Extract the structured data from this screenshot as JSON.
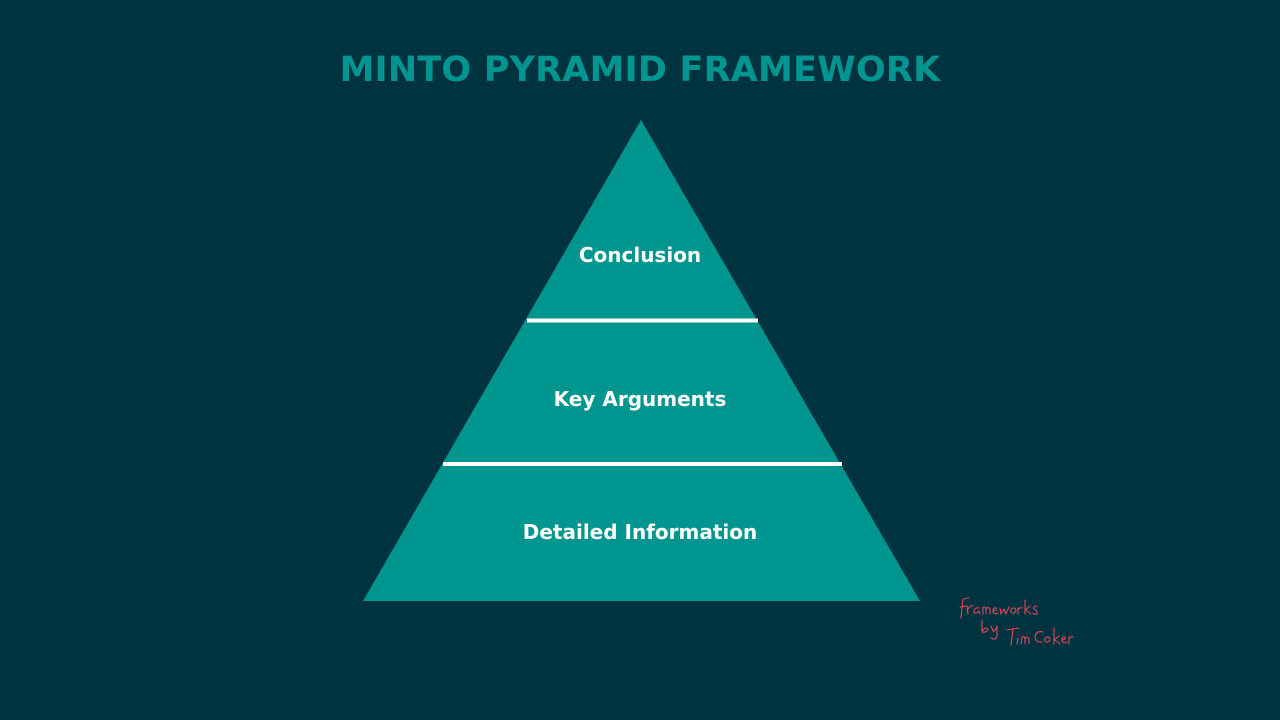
{
  "title": "MINTO PYRAMID FRAMEWORK",
  "colors": {
    "background": "#003340",
    "title": "#009590",
    "pyramid_fill": "#00968F",
    "separator": "#FFFFFF",
    "label": "#FFFFFF",
    "signature": "#E0485A"
  },
  "levels": [
    {
      "label": "Conclusion"
    },
    {
      "label": "Key Arguments"
    },
    {
      "label": "Detailed Information"
    }
  ],
  "signature": {
    "line1": "Frameworks",
    "line2": "by Tim Coker"
  }
}
